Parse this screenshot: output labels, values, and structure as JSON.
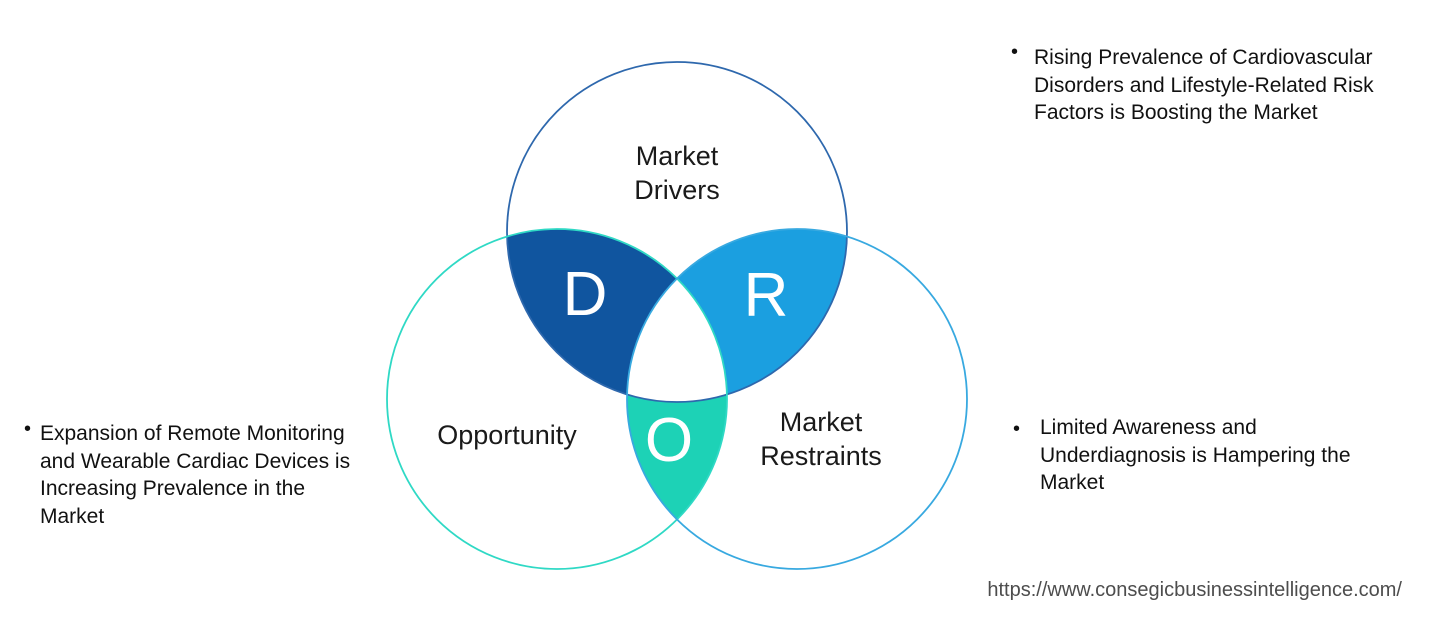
{
  "diagram": {
    "circles": [
      {
        "label_lines": [
          "Market",
          "Drivers"
        ],
        "stroke": "#2e68ad"
      },
      {
        "label_lines": [
          "Opportunity"
        ],
        "stroke": "#2fd9c5"
      },
      {
        "label_lines": [
          "Market",
          "Restraints"
        ],
        "stroke": "#38a9e0"
      }
    ],
    "regions": [
      {
        "letter": "D",
        "fill": "#10559f"
      },
      {
        "letter": "R",
        "fill": "#1b9fe0"
      },
      {
        "letter": "O",
        "fill": "#1dd2b6"
      }
    ]
  },
  "annotations": {
    "bullet": "•",
    "left": {
      "lines": [
        "Expansion of Remote Monitoring",
        "and Wearable Cardiac Devices is",
        "Increasing Prevalence in the",
        "Market"
      ]
    },
    "right_top": {
      "lines": [
        "Rising Prevalence of Cardiovascular",
        "Disorders and Lifestyle-Related Risk",
        "Factors is Boosting the Market"
      ]
    },
    "right_bottom": {
      "lines": [
        "Limited Awareness and",
        "Underdiagnosis is Hampering the",
        "Market"
      ]
    }
  },
  "footer": {
    "url": "https://www.consegicbusinessintelligence.com/"
  }
}
